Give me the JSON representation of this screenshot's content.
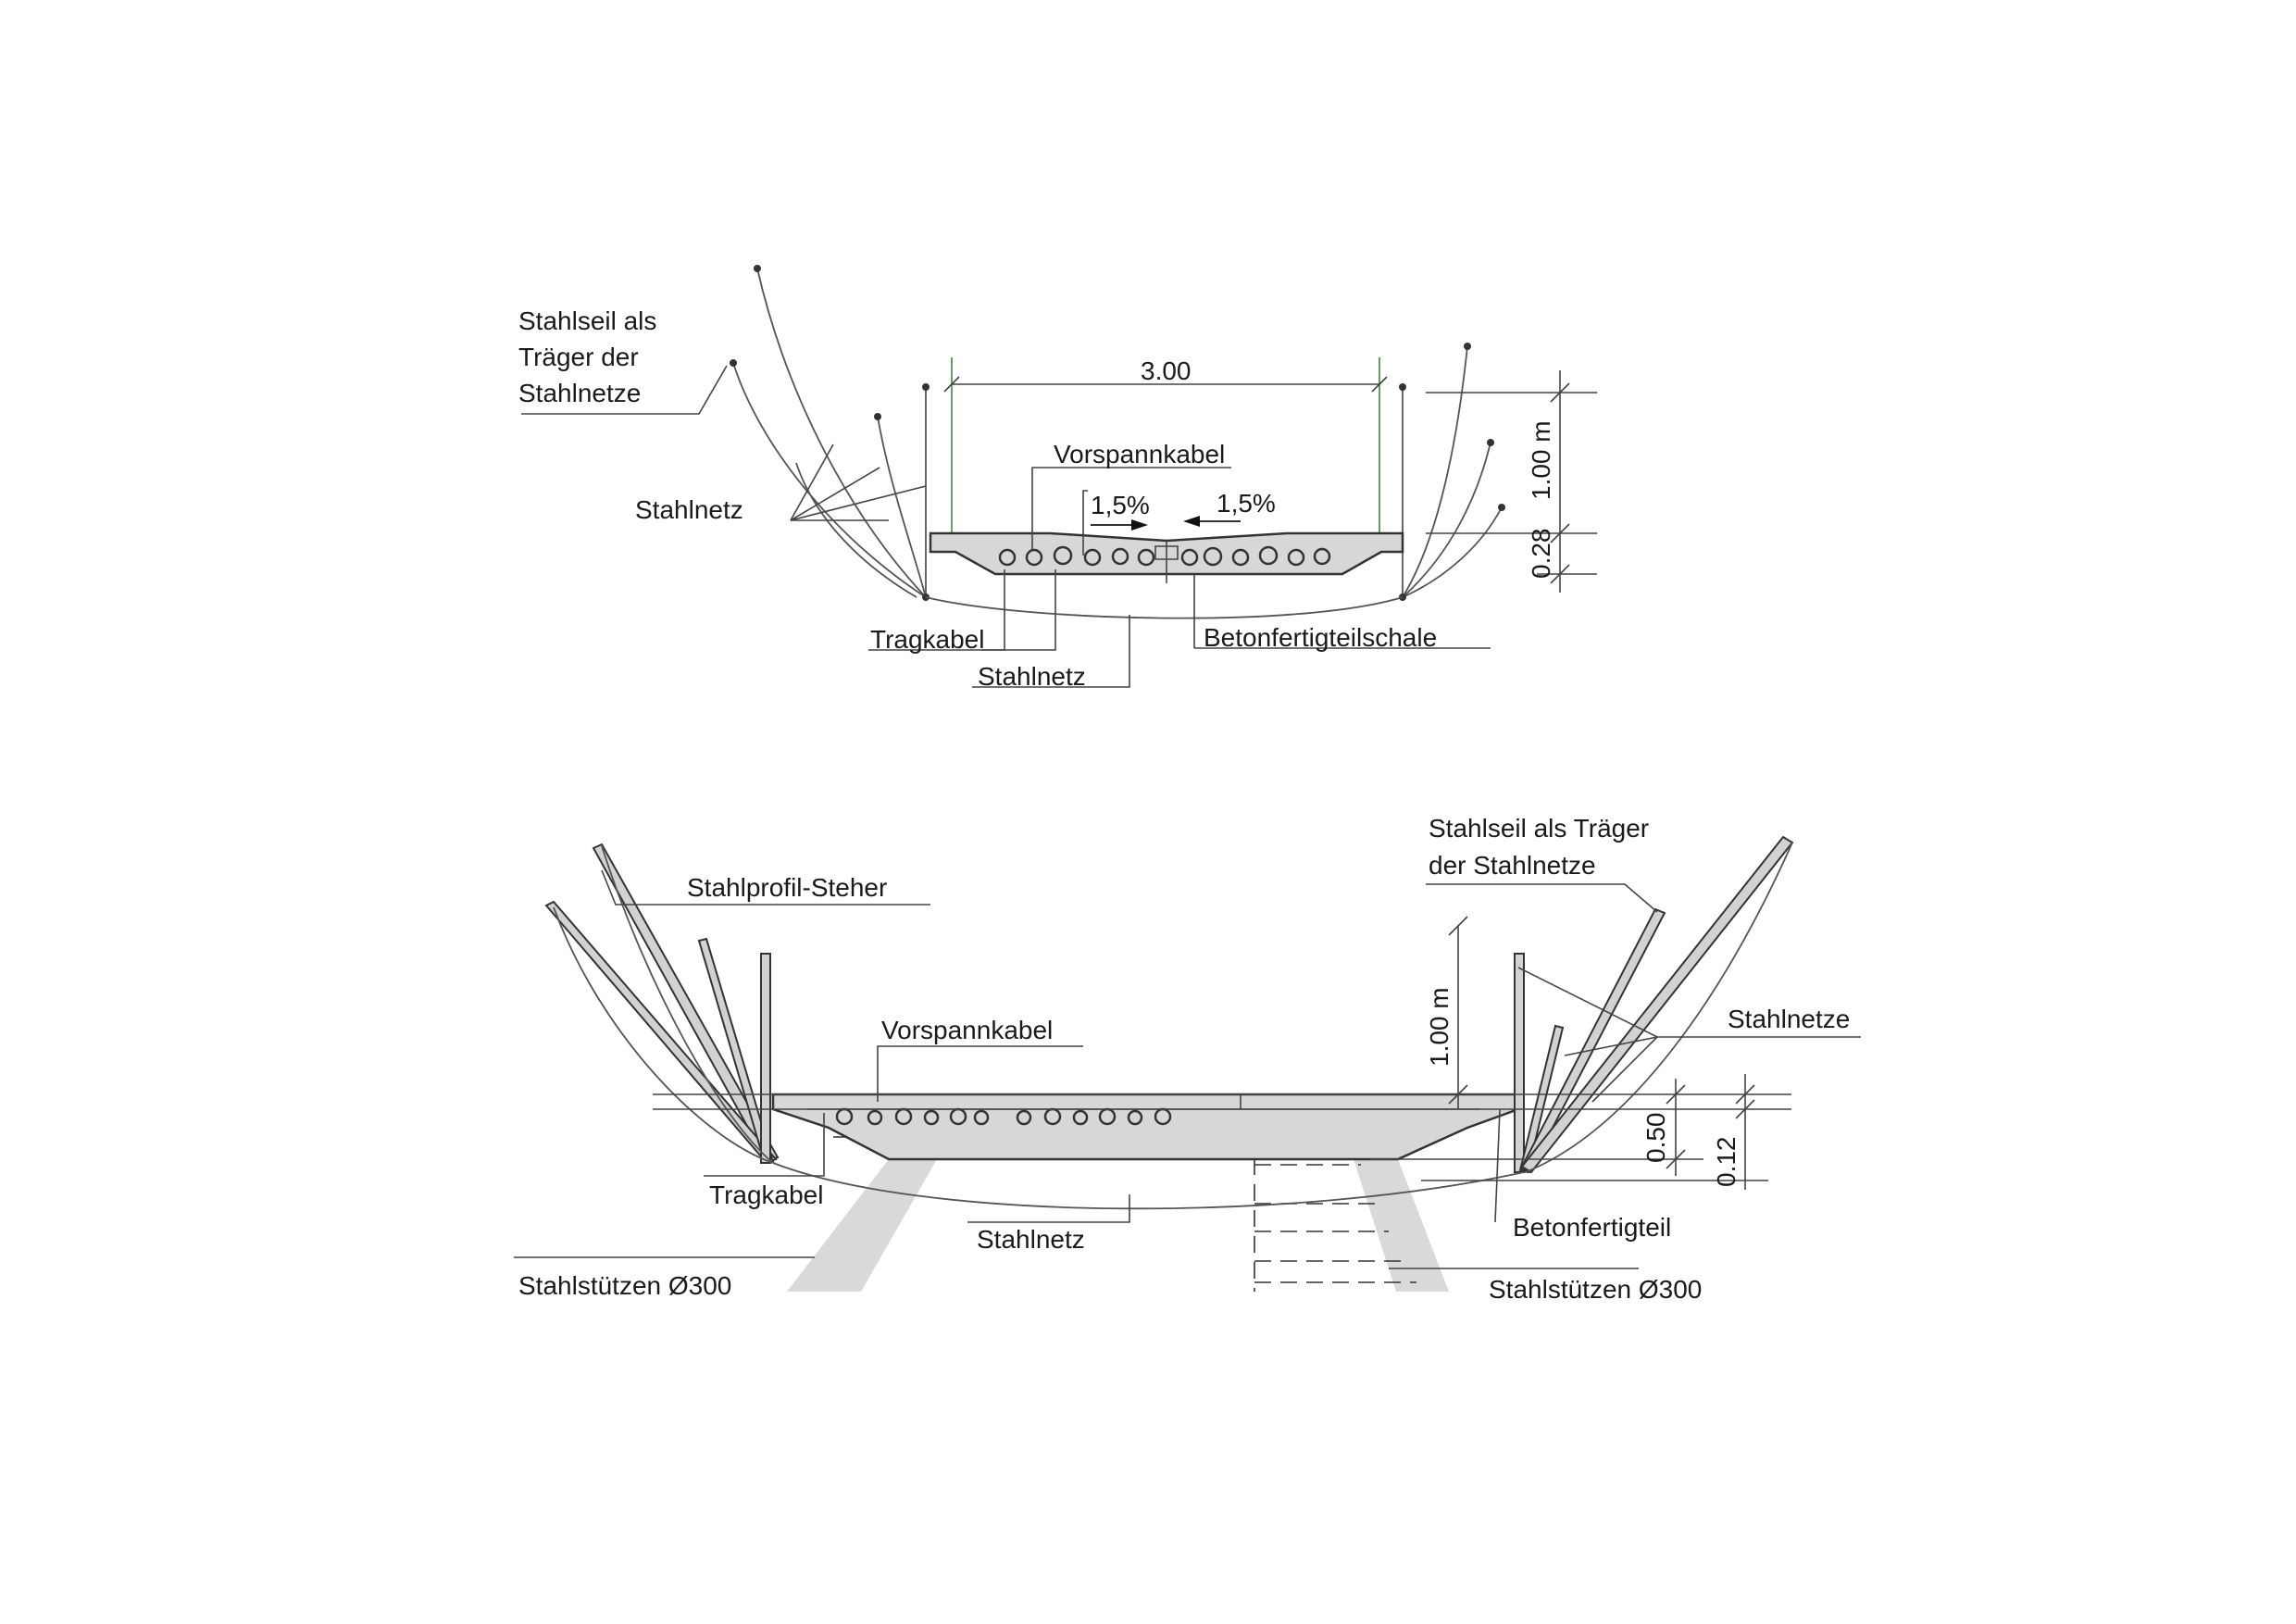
{
  "top_section": {
    "labels": {
      "stahlseil_line1": "Stahlseil als",
      "stahlseil_line2": "Träger der",
      "stahlseil_line3": "Stahlnetze",
      "stahlnetz_left": "Stahlnetz",
      "vorspannkabel": "Vorspannkabel",
      "slope_left": "1,5%",
      "slope_right": "1,5%",
      "tragkabel": "Tragkabel",
      "stahlnetz_bottom": "Stahlnetz",
      "betonfertigteilschale": "Betonfertigteilschale"
    },
    "dimensions": {
      "width": "3.00",
      "height": "1.00 m",
      "depth": "0.28"
    }
  },
  "bottom_section": {
    "labels": {
      "stahlprofil_steher": "Stahlprofil-Steher",
      "stahlseil_line1": "Stahlseil als Träger",
      "stahlseil_line2": "der Stahlnetze",
      "stahlnetze": "Stahlnetze",
      "vorspannkabel": "Vorspannkabel",
      "tragkabel": "Tragkabel",
      "stahlnetz": "Stahlnetz",
      "betonfertigteil": "Betonfertigteil",
      "stahlstuetzen_left": "Stahlstützen Ø300",
      "stahlstuetzen_right": "Stahlstützen Ø300"
    },
    "dimensions": {
      "height": "1.00 m",
      "depth_a": "0.50",
      "depth_b": "0.12"
    }
  }
}
